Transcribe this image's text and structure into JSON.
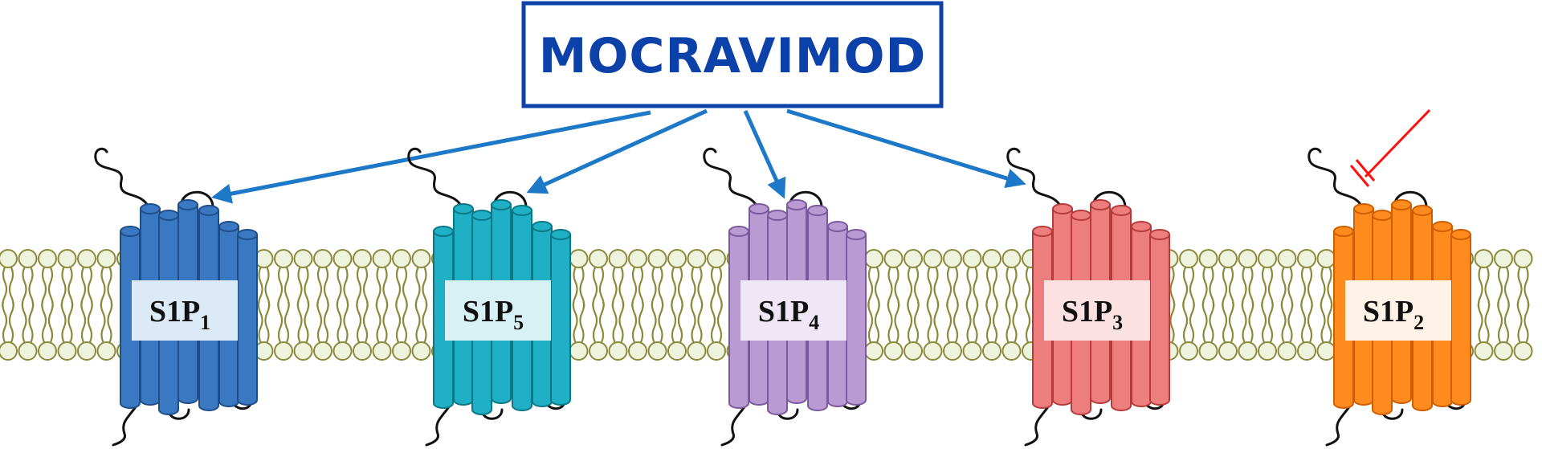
{
  "drug": {
    "name": "MOCRAVIMOD",
    "color": "#0b41a8"
  },
  "arrow_color": "#1d78c8",
  "block_color": "#ff1010",
  "membrane": {
    "head_fill": "#edf3dc",
    "head_stroke": "#8b8a3a",
    "tail_color": "#8b8a3a"
  },
  "receptors": [
    {
      "id": "s1p1",
      "prefix": "S1P",
      "subscript": "1",
      "fill": "#3a78c1",
      "stroke": "#1f4f8a",
      "label_bg": "#dce9f6",
      "targeted": true
    },
    {
      "id": "s1p5",
      "prefix": "S1P",
      "subscript": "5",
      "fill": "#1fb0c6",
      "stroke": "#0c7785",
      "label_bg": "#d8f1f5",
      "targeted": true
    },
    {
      "id": "s1p4",
      "prefix": "S1P",
      "subscript": "4",
      "fill": "#b99ad3",
      "stroke": "#7a5a9d",
      "label_bg": "#efe6f6",
      "targeted": true
    },
    {
      "id": "s1p3",
      "prefix": "S1P",
      "subscript": "3",
      "fill": "#ee7e7e",
      "stroke": "#b53b3b",
      "label_bg": "#fbe1e1",
      "targeted": true
    },
    {
      "id": "s1p2",
      "prefix": "S1P",
      "subscript": "2",
      "fill": "#ff8a1d",
      "stroke": "#cd5f00",
      "label_bg": "#fff2e6",
      "targeted": false
    }
  ]
}
